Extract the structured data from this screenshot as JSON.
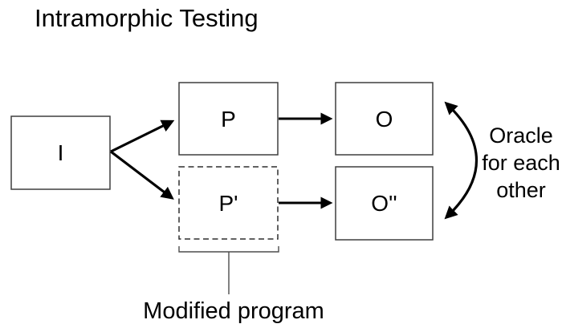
{
  "title": "Intramorphic Testing",
  "boxes": {
    "input": {
      "label": "I"
    },
    "program": {
      "label": "P"
    },
    "program_modified": {
      "label": "P'"
    },
    "output": {
      "label": "O"
    },
    "output_modified": {
      "label": "O''"
    }
  },
  "annotations": {
    "oracle": {
      "line1": "Oracle",
      "line2": "for each",
      "line3": "other"
    },
    "modified_program": "Modified program"
  },
  "colors": {
    "background": "#ffffff",
    "box_border": "#3f3f3f",
    "dashed_box_border": "#2f2f2f",
    "arrow": "#000000",
    "text": "#000000",
    "bracket": "#4d4d4d"
  }
}
